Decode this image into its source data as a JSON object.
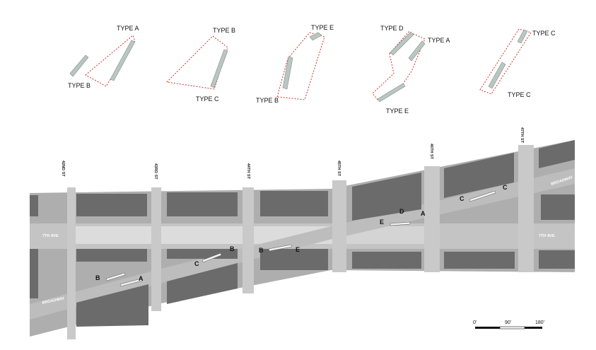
{
  "plaza_types": [
    {
      "labels": [
        "TYPE A",
        "TYPE B"
      ]
    },
    {
      "labels": [
        "TYPE B",
        "TYPE C"
      ]
    },
    {
      "labels": [
        "TYPE E",
        "TYPE B"
      ]
    },
    {
      "labels": [
        "TYPE D",
        "TYPE A",
        "TYPE E"
      ]
    },
    {
      "labels": [
        "TYPE C",
        "TYPE C"
      ]
    }
  ],
  "streets": {
    "s42": "42ND ST",
    "s43": "43RD ST",
    "s44": "44TH ST",
    "s45": "45TH ST",
    "s46": "46TH ST",
    "s47": "47TH ST"
  },
  "avenues": {
    "seventh_left": "7TH AVE",
    "seventh_right": "7TH AVE",
    "broadway_left": "BROADWAY",
    "broadway_right": "BROADWAY"
  },
  "markers": [
    "B",
    "A",
    "C",
    "B",
    "B",
    "E",
    "E",
    "D",
    "A",
    "C",
    "C"
  ],
  "scale": {
    "zero": "0'",
    "mid": "90'",
    "end": "180'"
  },
  "colors": {
    "building": "#6b6b6b",
    "road": "#c4c4c4",
    "plaza": "#dcdcdc",
    "outline": "#d0342c"
  }
}
